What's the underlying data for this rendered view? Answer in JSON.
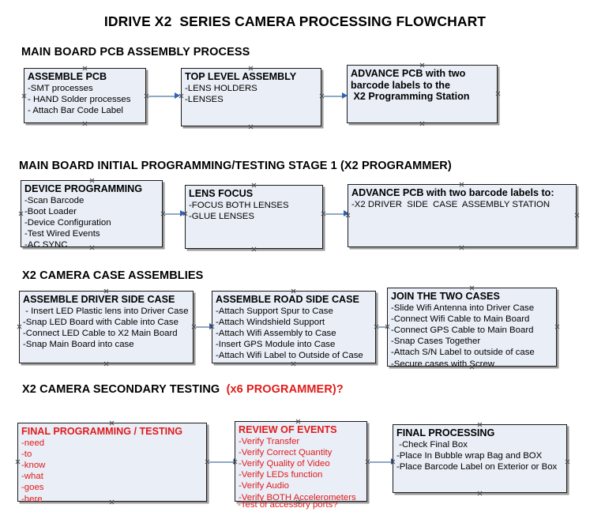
{
  "document": {
    "title": "IDRIVE X2  SERIES CAMERA PROCESSING FLOWCHART",
    "accent_red": "#e01b1b",
    "node_fill": "#e9eef7",
    "node_border": "#1a1a1a",
    "connector_color": "#8fa8c4",
    "arrowhead_color": "#2e63b8"
  },
  "sections": [
    {
      "id": "main-board-pcb-assembly-process",
      "heading": "MAIN BOARD PCB ASSEMBLY PROCESS",
      "heading_suffix": "",
      "nodes": [
        {
          "id": "assemble-pcb",
          "title": "ASSEMBLE PCB",
          "lines": [
            "-SMT processes",
            "- HAND Solder processes",
            "- Attach Bar Code Label"
          ]
        },
        {
          "id": "top-level-assembly",
          "title": "TOP LEVEL ASSEMBLY",
          "lines": [
            "-LENS HOLDERS",
            "-LENSES"
          ]
        },
        {
          "id": "advance-pcb-to-x2-programming-station",
          "title": "ADVANCE PCB with two",
          "lines": [
            "barcode labels to the",
            " X2 Programming Station"
          ]
        }
      ]
    },
    {
      "id": "main-board-initial-programming-testing-stage-1",
      "heading": "MAIN BOARD INITIAL PROGRAMMING/TESTING STAGE 1 (X2 PROGRAMMER)",
      "heading_suffix": "",
      "nodes": [
        {
          "id": "device-programming",
          "title": "DEVICE PROGRAMMING",
          "lines": [
            "-Scan Barcode",
            "-Boot Loader",
            "-Device Configuration",
            "-Test Wired Events",
            "-AC SYNC"
          ]
        },
        {
          "id": "lens-focus",
          "title": "LENS FOCUS",
          "lines": [
            "-FOCUS BOTH LENSES",
            "-GLUE LENSES"
          ]
        },
        {
          "id": "advance-pcb-to-driver-side-case-assembly-station",
          "title": "ADVANCE PCB with two barcode labels to:",
          "lines": [
            "-X2 DRIVER  SIDE  CASE  ASSEMBLY STATION"
          ]
        }
      ]
    },
    {
      "id": "x2-camera-case-assemblies",
      "heading": "X2 CAMERA CASE ASSEMBLIES",
      "heading_suffix": "",
      "nodes": [
        {
          "id": "assemble-driver-side-case",
          "title": "ASSEMBLE DRIVER SIDE CASE",
          "lines": [
            " - Insert LED Plastic lens into Driver Case",
            "-Snap LED Board with Cable into Case",
            "-Connect LED Cable to X2 Main Board",
            "-Snap Main Board into case"
          ]
        },
        {
          "id": "assemble-road-side-case",
          "title": "ASSEMBLE ROAD SIDE CASE",
          "lines": [
            "-Attach Support Spur to Case",
            "-Attach Windshield Support",
            "-Attach Wifi Assembly to Case",
            "-Insert GPS Module into Case",
            "-Attach Wifi Label to Outside of Case"
          ]
        },
        {
          "id": "join-the-two-cases",
          "title": "JOIN THE TWO CASES",
          "lines": [
            "-Slide Wifi Antenna into Driver Case",
            "-Connect Wifi Cable to Main Board",
            "-Connect GPS Cable to Main Board",
            "-Snap Cases Together",
            "-Attach S/N Label to outside of case",
            "-Secure cases with Screw"
          ]
        }
      ]
    },
    {
      "id": "x2-camera-secondary-testing",
      "heading": "X2 CAMERA SECONDARY TESTING  ",
      "heading_suffix": "(x6 PROGRAMMER)?",
      "nodes": [
        {
          "id": "final-programming-testing",
          "title": "FINAL PROGRAMMING / TESTING",
          "lines": [
            "-need",
            "-to",
            "-know",
            "-what",
            "-goes",
            "-here"
          ]
        },
        {
          "id": "review-of-events",
          "title": "REVIEW OF EVENTS",
          "lines": [
            "-Verify Transfer",
            "-Verify Correct Quantity",
            "-Verify Quality of Video",
            "-Verify LEDs function",
            "-Verify Audio",
            "-Verify BOTH Accelerometers"
          ],
          "overflow_line": "-Test of accessory ports?"
        },
        {
          "id": "final-processing",
          "title": "FINAL PROCESSING",
          "lines": [
            " -Check Final Box",
            "-Place In Bubble wrap Bag and BOX",
            "-Place Barcode Label on Exterior or Box"
          ]
        }
      ]
    }
  ]
}
